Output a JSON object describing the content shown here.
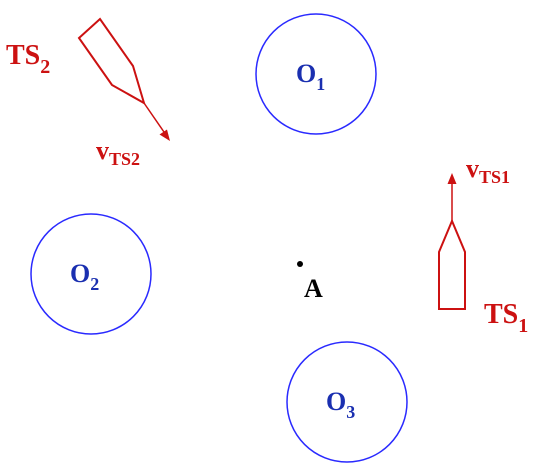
{
  "colors": {
    "obstacle": "#2a2aff",
    "ship": "#cc1111",
    "point": "#000000",
    "obstacle_label": "#1a2fb0",
    "background": "#ffffff"
  },
  "obstacles": [
    {
      "name": "O",
      "sub": "1"
    },
    {
      "name": "O",
      "sub": "2"
    },
    {
      "name": "O",
      "sub": "3"
    }
  ],
  "ships": [
    {
      "name": "TS",
      "sub": "1",
      "velocity_name": "v",
      "velocity_sub": "TS1"
    },
    {
      "name": "TS",
      "sub": "2",
      "velocity_name": "v",
      "velocity_sub": "TS2"
    }
  ],
  "point": {
    "label": "A"
  }
}
